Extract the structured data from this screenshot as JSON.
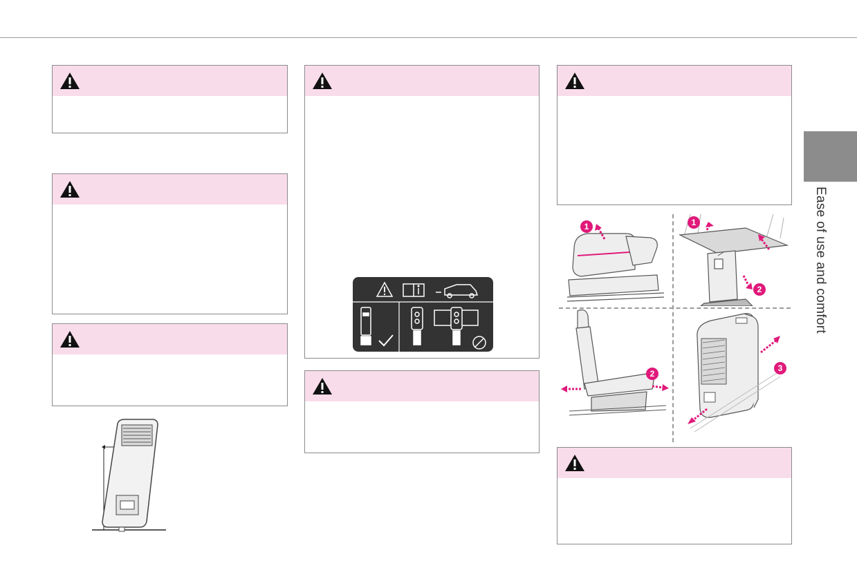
{
  "page": {
    "side_tab_label": "Ease of use and comfort"
  },
  "warnings": [
    {
      "id": "w1",
      "icon": "warning-triangle-icon"
    },
    {
      "id": "w2",
      "icon": "warning-triangle-icon"
    },
    {
      "id": "w3",
      "icon": "warning-triangle-icon"
    },
    {
      "id": "w4",
      "icon": "warning-triangle-icon"
    },
    {
      "id": "w5",
      "icon": "warning-triangle-icon"
    },
    {
      "id": "w6",
      "icon": "warning-triangle-icon"
    },
    {
      "id": "w7",
      "icon": "warning-triangle-icon"
    }
  ],
  "figures": {
    "armrest_steps": [
      "1",
      "1",
      "2",
      "2",
      "3"
    ],
    "symbol_panel_icons": [
      "warning-triangle-icon",
      "manual-info-icon",
      "car-rear-icon",
      "check-icon",
      "prohibited-icon"
    ]
  },
  "colors": {
    "warning_header": "#f9dcea",
    "step_marker": "#e0197a",
    "arrow": "#e0197a",
    "side_tab": "#8c8c8c"
  }
}
